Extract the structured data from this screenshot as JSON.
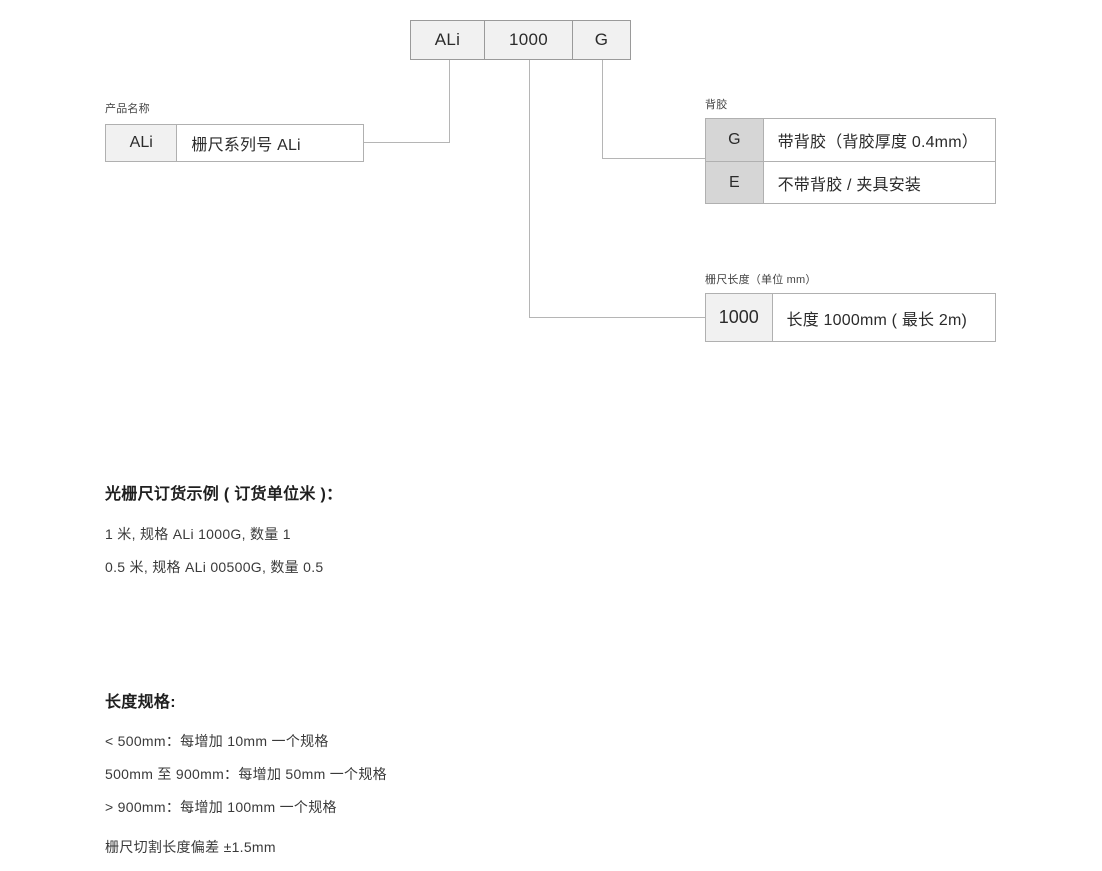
{
  "code_string": {
    "parts": [
      {
        "name": "series",
        "text": "ALi"
      },
      {
        "name": "length",
        "text": "1000"
      },
      {
        "name": "adhesive",
        "text": "G"
      }
    ]
  },
  "product_name": {
    "caption": "产品名称",
    "rows": [
      {
        "key": "ALi",
        "value": "栅尺系列号 ALi"
      }
    ]
  },
  "adhesive": {
    "caption": "背胶",
    "rows": [
      {
        "key": "G",
        "value": "带背胶（背胶厚度 0.4mm）"
      },
      {
        "key": "E",
        "value": "不带背胶 / 夹具安装"
      }
    ]
  },
  "length": {
    "caption": "栅尺长度（单位 mm）",
    "rows": [
      {
        "key": "1000",
        "value": "长度 1000mm ( 最长 2m)"
      }
    ]
  },
  "order_example": {
    "title": "光栅尺订货示例 ( 订货单位米 )：",
    "lines": [
      "1 米, 规格  ALi 1000G, 数量 1",
      "0.5 米, 规格  ALi 00500G, 数量 0.5"
    ]
  },
  "length_spec": {
    "title": "长度规格:",
    "lines": [
      "< 500mm：每增加 10mm 一个规格",
      "500mm 至 900mm：每增加 50mm 一个规格",
      "> 900mm：每增加 100mm 一个规格"
    ],
    "note": "栅尺切割长度偏差 ±1.5mm"
  },
  "colors": {
    "line": "#b5b5b5",
    "box_fill_light": "#f1f1f1",
    "box_fill_dark": "#d6d6d6",
    "border": "#b0b0b0",
    "text": "#2b2b2b"
  }
}
